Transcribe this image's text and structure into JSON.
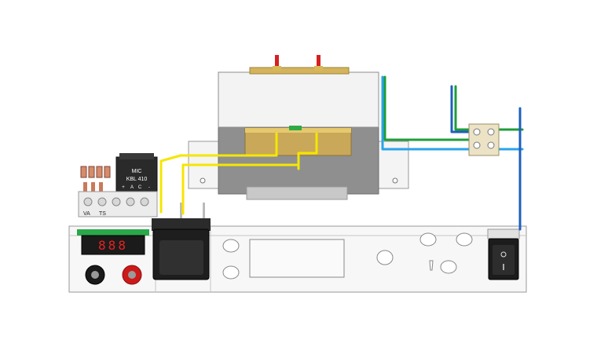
{
  "bridge_rectifier": {
    "brand": "MIC",
    "model": "KBL 410",
    "pin_marks": [
      "+",
      "A",
      "C",
      "-"
    ]
  },
  "terminal_block": {
    "labels": [
      "VA",
      "TS"
    ]
  },
  "voltmeter": {
    "reading": "888"
  },
  "wire_colors": {
    "yellow": "#f5e600",
    "light_blue": "#2aa4e8",
    "dark_blue": "#1f5fbf",
    "green": "#1e9d3a",
    "red": "#cc1a1a"
  },
  "binding_posts": [
    {
      "name": "black-post",
      "color": "#1a1a1a"
    },
    {
      "name": "red-post",
      "color": "#cc1a1a"
    }
  ]
}
